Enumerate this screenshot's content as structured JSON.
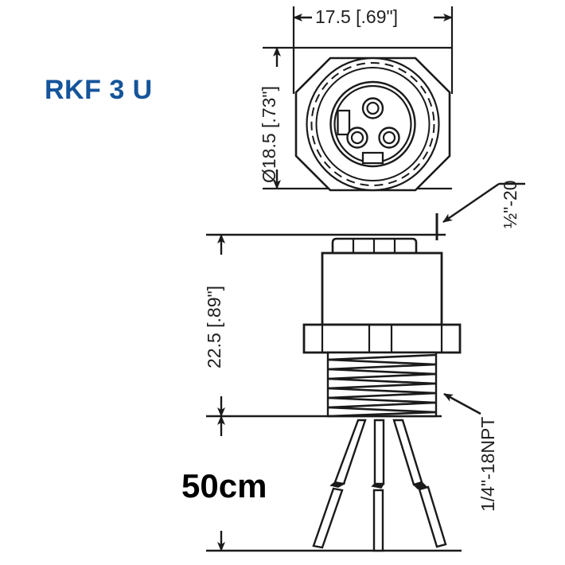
{
  "title": {
    "part_number": "RKF 3 U"
  },
  "colors": {
    "title_blue": "#14549b",
    "line_black": "#1a1a1a",
    "background": "#ffffff"
  },
  "front_view": {
    "name": "front-view",
    "dimensions": {
      "width": {
        "label": "17.5 [.69\"]",
        "value_mm": 17.5,
        "value_in": 0.69,
        "orientation": "horizontal"
      },
      "diameter": {
        "label": "Ø18.5 [.73\"]",
        "value_mm": 18.5,
        "value_in": 0.73,
        "orientation": "vertical"
      }
    },
    "pin_count": 3,
    "pins": [
      "pin-1",
      "pin-2",
      "pin-3"
    ],
    "body_shape": "octagonal-nut"
  },
  "side_view": {
    "name": "side-view",
    "dimensions": {
      "body_height": {
        "label": "22.5 [.89\"]",
        "value_mm": 22.5,
        "value_in": 0.89,
        "orientation": "vertical"
      },
      "cable_length": {
        "label": "50cm",
        "value_cm": 50,
        "orientation": "vertical"
      }
    },
    "callouts": {
      "coupling_thread": {
        "label_plain": "½\"-20",
        "numerator": "1",
        "denominator": "2",
        "inch_mark": "\"",
        "suffix": "-20"
      },
      "mounting_thread": {
        "label": "1/4\"-18NPT"
      }
    },
    "wire_count": 3,
    "wires": [
      "wire-left",
      "wire-center",
      "wire-right"
    ]
  },
  "icons": {
    "arrow_left": "arrow-left-icon",
    "arrow_right": "arrow-right-icon",
    "arrow_up": "arrow-up-icon",
    "arrow_down": "arrow-down-icon",
    "leader_arrow": "leader-arrow-icon"
  }
}
